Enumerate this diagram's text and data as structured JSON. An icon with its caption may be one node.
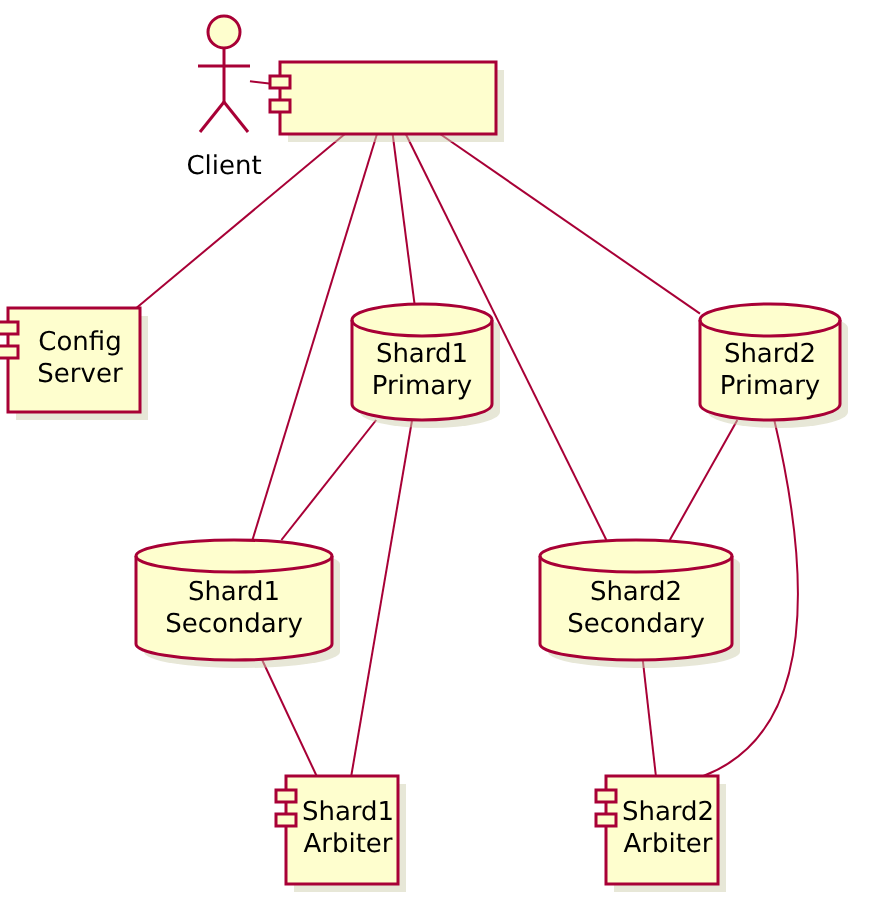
{
  "diagram": {
    "nodes": [
      {
        "text": [
          "Client"
        ]
      },
      {
        "text": [],
        "shape": "box"
      },
      {
        "text": [
          "Config Server"
        ]
      },
      {
        "text": [
          "Shard1 Primary"
        ]
      },
      {
        "text": [
          "Shard2 Primary"
        ]
      },
      {
        "text": [
          "Shard1 Secondary"
        ]
      },
      {
        "text": [
          "Shard2 Secondary"
        ]
      },
      {
        "text": [
          "Shard1 Arbiter"
        ]
      },
      {
        "text": [
          "Shard2 Arbiter"
        ]
      }
    ],
    "edges": [
      {
        "from": 0,
        "to": 1,
        "arrow": "none"
      },
      {
        "from": 1,
        "to": 2,
        "arrow": "none"
      },
      {
        "from": 1,
        "to": 3,
        "arrow": "none"
      },
      {
        "from": 1,
        "to": 4,
        "arrow": "none"
      },
      {
        "from": 1,
        "to": 5,
        "arrow": "none"
      },
      {
        "from": 1,
        "to": 6,
        "arrow": "none"
      },
      {
        "from": 3,
        "to": 5,
        "arrow": "none"
      },
      {
        "from": 3,
        "to": 7,
        "arrow": "none"
      },
      {
        "from": 5,
        "to": 7,
        "arrow": "none"
      },
      {
        "from": 4,
        "to": 6,
        "arrow": "none"
      },
      {
        "from": 4,
        "to": 8,
        "arrow": "none"
      },
      {
        "from": 6,
        "to": 8,
        "arrow": "none"
      }
    ]
  }
}
